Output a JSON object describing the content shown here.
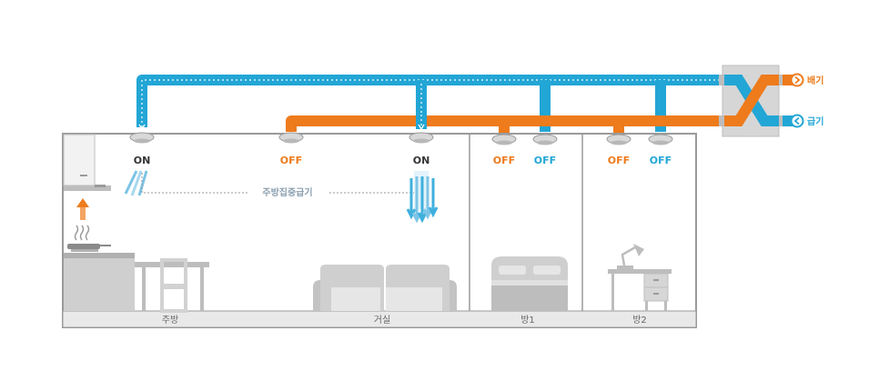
{
  "colors": {
    "exhaust": "#22a6d5",
    "supply": "#ee7b1c",
    "wall": "#9a9a9a",
    "furniture": "#cfcfcf"
  },
  "unit_labels": {
    "exhaust": "배기",
    "supply": "급기"
  },
  "vents": {
    "kitchen_exhaust": "ON",
    "living_supply": "OFF",
    "living_exhaust": "ON",
    "room1_supply": "OFF",
    "room1_exhaust": "OFF",
    "room2_supply": "OFF",
    "room2_exhaust": "OFF"
  },
  "dashed_label": "주방집중급기",
  "rooms": {
    "kitchen": "주방",
    "living": "거실",
    "room1": "방1",
    "room2": "방2"
  }
}
